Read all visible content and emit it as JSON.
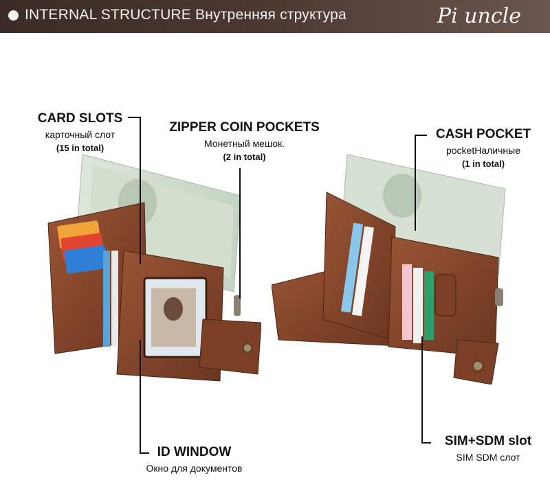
{
  "header": {
    "title": "INTERNAL STRUCTURE Внутренняя структура",
    "brand": "Pi uncle"
  },
  "labels": {
    "card_slots": {
      "title": "CARD SLOTS",
      "sub": "карточный слот",
      "count": "(15 in total)"
    },
    "zipper": {
      "title": "ZIPPER COIN POCKETS",
      "sub": "Монетный мешок.",
      "count": "(2 in total)"
    },
    "cash": {
      "title": "CASH POCKET",
      "sub": "pocketНаличные",
      "count": "(1 in total)"
    },
    "id_window": {
      "title": "ID WINDOW",
      "sub": "Окно для документов"
    },
    "sim": {
      "title": "SIM+SDM slot",
      "sub": "SIM SDM слот"
    }
  },
  "colors": {
    "leather": "#8a4a2c",
    "leather_dark": "#5e2f1b",
    "banknote": "#c9d8c8",
    "header_bg": "#3a2c26"
  }
}
